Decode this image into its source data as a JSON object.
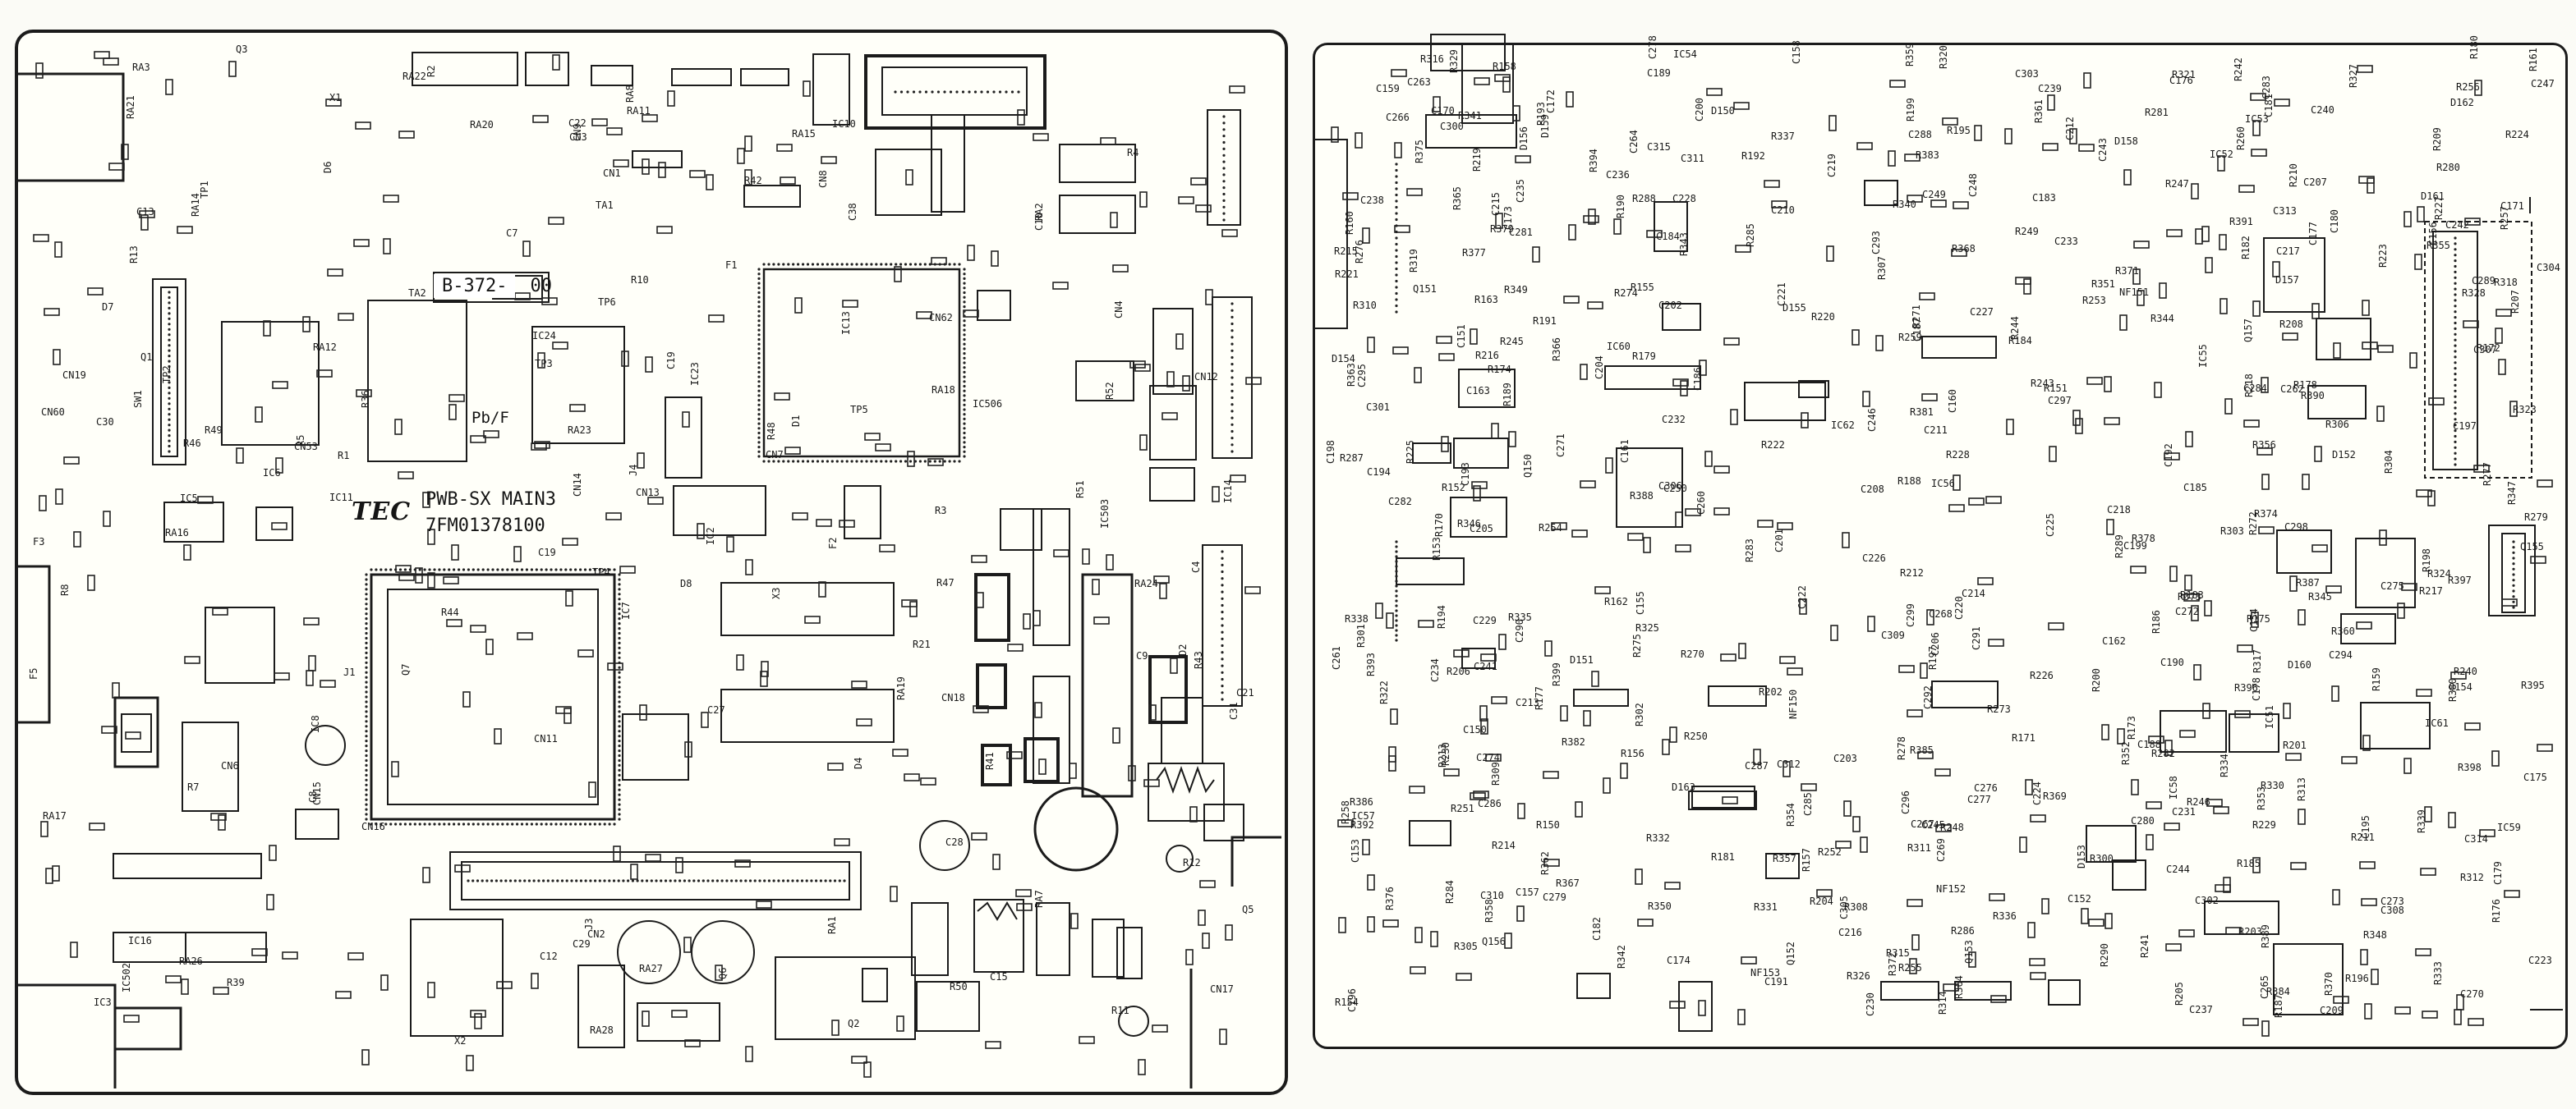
{
  "main_board": {
    "brand": "TEC",
    "title": "PWB-SX MAIN3",
    "part_number": "7FM01378100",
    "revision_prefix": "B-372-",
    "revision_suffix": "00",
    "lead_free_mark": "Pb/F"
  },
  "main_components": [
    "IC7",
    "IC11",
    "IC16",
    "IC24",
    "IC10",
    "IC8",
    "IC2",
    "IC3",
    "IC5",
    "IC6",
    "IC13",
    "IC14",
    "IC23",
    "IC506",
    "IC502",
    "IC503",
    "CN7",
    "CN8",
    "CN9",
    "CN11",
    "CN12",
    "CN13",
    "CN14",
    "CN15",
    "CN16",
    "CN17",
    "CN18",
    "CN19",
    "CN53",
    "CN62",
    "CN60",
    "CN3",
    "CN2",
    "CN1",
    "CN4",
    "CN6",
    "RA1",
    "RA2",
    "RA3",
    "RA7",
    "RA8",
    "RA11",
    "RA12",
    "RA14",
    "RA15",
    "RA16",
    "RA17",
    "RA18",
    "RA19",
    "RA20",
    "RA21",
    "RA22",
    "RA23",
    "RA24",
    "RA26",
    "RA27",
    "RA28",
    "C19",
    "C15",
    "C21",
    "C22",
    "C27",
    "C28",
    "C29",
    "C30",
    "C31",
    "C38",
    "C19",
    "C4",
    "C7",
    "C8",
    "C9",
    "C10",
    "C12",
    "C13",
    "R1",
    "R2",
    "R3",
    "R4",
    "R5",
    "R7",
    "R8",
    "R9",
    "R10",
    "R11",
    "R12",
    "R13",
    "R21",
    "R36",
    "R39",
    "R41",
    "R42",
    "R43",
    "R44",
    "R46",
    "R47",
    "R48",
    "R49",
    "R50",
    "R51",
    "R52",
    "X1",
    "X2",
    "X3",
    "TA1",
    "TA2",
    "F1",
    "F2",
    "F3",
    "F5",
    "Q1",
    "Q2",
    "Q3",
    "Q5",
    "Q6",
    "Q7",
    "D1",
    "D2",
    "D4",
    "D6",
    "D7",
    "D8",
    "SW1",
    "TP1",
    "TP2",
    "TP3",
    "TP4",
    "TP5",
    "TP6",
    "J1",
    "J3",
    "J4"
  ],
  "sub_components": [
    "IC51",
    "IC52",
    "IC53",
    "IC54",
    "IC55",
    "IC56",
    "IC57",
    "IC58",
    "IC59",
    "IC60",
    "IC61",
    "IC62",
    "R150",
    "R151",
    "R152",
    "R153",
    "R154",
    "R155",
    "R156",
    "R157",
    "R158",
    "R159",
    "R160",
    "R161",
    "R162",
    "R163",
    "R170",
    "R171",
    "R172",
    "R173",
    "R174",
    "R175",
    "R176",
    "R177",
    "R178",
    "R179",
    "R180",
    "R181",
    "R182",
    "R183",
    "R184",
    "R185",
    "R186",
    "R187",
    "R188",
    "R189",
    "R190",
    "R191",
    "R192",
    "R193",
    "R194",
    "R195",
    "R196",
    "R197",
    "R198",
    "R199",
    "R200",
    "R201",
    "R202",
    "R203",
    "R204",
    "R205",
    "R206",
    "R207",
    "R208",
    "R209",
    "R210",
    "R211",
    "R212",
    "R213",
    "R214",
    "R215",
    "R216",
    "R217",
    "R218",
    "R219",
    "R220",
    "R221",
    "R222",
    "R223",
    "R224",
    "R225",
    "R226",
    "R227",
    "R228",
    "R229",
    "R230",
    "R240",
    "R241",
    "R242",
    "R243",
    "R244",
    "R245",
    "R246",
    "R247",
    "R248",
    "R249",
    "R250",
    "R251",
    "R252",
    "R253",
    "R254",
    "R255",
    "R256",
    "R257",
    "R258",
    "R259",
    "R260",
    "R270",
    "R271",
    "R272",
    "R273",
    "R274",
    "R275",
    "R276",
    "R277",
    "R278",
    "R279",
    "R280",
    "R281",
    "R282",
    "R283",
    "R284",
    "R285",
    "R286",
    "R287",
    "R288",
    "R289",
    "R290",
    "R300",
    "R301",
    "R302",
    "R303",
    "R304",
    "R305",
    "R306",
    "R307",
    "R308",
    "R309",
    "R310",
    "R311",
    "R312",
    "R313",
    "R314",
    "R315",
    "R316",
    "R317",
    "R318",
    "R319",
    "R320",
    "R321",
    "R322",
    "R323",
    "R324",
    "R325",
    "R326",
    "R327",
    "R328",
    "R329",
    "R330",
    "R331",
    "R332",
    "R333",
    "R334",
    "R335",
    "R336",
    "R337",
    "R338",
    "R339",
    "R340",
    "R341",
    "R342",
    "R343",
    "R344",
    "R345",
    "R346",
    "R347",
    "R348",
    "R349",
    "R350",
    "R351",
    "R352",
    "R353",
    "R354",
    "R355",
    "R356",
    "R357",
    "R358",
    "R359",
    "R360",
    "R361",
    "R362",
    "R363",
    "R364",
    "R365",
    "R366",
    "R367",
    "R368",
    "R369",
    "R370",
    "R371",
    "R372",
    "R373",
    "R374",
    "R375",
    "R376",
    "R377",
    "R378",
    "R379",
    "R380",
    "R381",
    "R382",
    "R383",
    "R384",
    "R385",
    "R386",
    "R387",
    "R388",
    "R389",
    "R390",
    "R391",
    "R392",
    "R393",
    "R394",
    "R395",
    "R396",
    "R397",
    "R398",
    "R399",
    "C150",
    "C151",
    "C152",
    "C153",
    "C154",
    "C155",
    "C156",
    "C157",
    "C158",
    "C159",
    "C160",
    "C161",
    "C162",
    "C163",
    "C170",
    "C171",
    "C172",
    "C173",
    "C174",
    "C175",
    "C176",
    "C177",
    "C178",
    "C179",
    "C180",
    "C181",
    "C182",
    "C183",
    "C184",
    "C185",
    "C186",
    "C187",
    "C188",
    "C189",
    "C190",
    "C191",
    "C192",
    "C193",
    "C194",
    "C195",
    "C196",
    "C197",
    "C198",
    "C199",
    "C200",
    "C201",
    "C202",
    "C203",
    "C204",
    "C205",
    "C206",
    "C207",
    "C208",
    "C209",
    "C210",
    "C211",
    "C212",
    "C213",
    "C214",
    "C215",
    "C216",
    "C217",
    "C218",
    "C219",
    "C220",
    "C221",
    "C222",
    "C223",
    "C224",
    "C225",
    "C226",
    "C227",
    "C228",
    "C229",
    "C230",
    "C231",
    "C232",
    "C233",
    "C234",
    "C235",
    "C236",
    "C237",
    "C238",
    "C239",
    "C240",
    "C241",
    "C242",
    "C243",
    "C244",
    "C245",
    "C246",
    "C247",
    "C248",
    "C249",
    "C250",
    "C260",
    "C261",
    "C262",
    "C263",
    "C264",
    "C265",
    "C266",
    "C267",
    "C268",
    "C269",
    "C270",
    "C271",
    "C272",
    "C273",
    "C274",
    "C275",
    "C276",
    "C277",
    "C278",
    "C279",
    "C280",
    "C281",
    "C282",
    "C283",
    "C284",
    "C285",
    "C286",
    "C287",
    "C288",
    "C289",
    "C290",
    "C291",
    "C292",
    "C293",
    "C294",
    "C295",
    "C296",
    "C297",
    "C298",
    "C299",
    "C300",
    "C301",
    "C302",
    "C303",
    "C304",
    "C305",
    "C306",
    "C307",
    "C308",
    "C309",
    "C310",
    "C311",
    "C312",
    "C313",
    "C314",
    "C315",
    "Q150",
    "Q151",
    "Q152",
    "Q153",
    "Q154",
    "Q155",
    "Q156",
    "Q157",
    "D150",
    "D151",
    "D152",
    "D153",
    "D154",
    "D155",
    "D156",
    "D157",
    "D158",
    "D159",
    "D160",
    "D161",
    "D162",
    "D163",
    "NF150",
    "NF151",
    "NF152",
    "NF153"
  ]
}
